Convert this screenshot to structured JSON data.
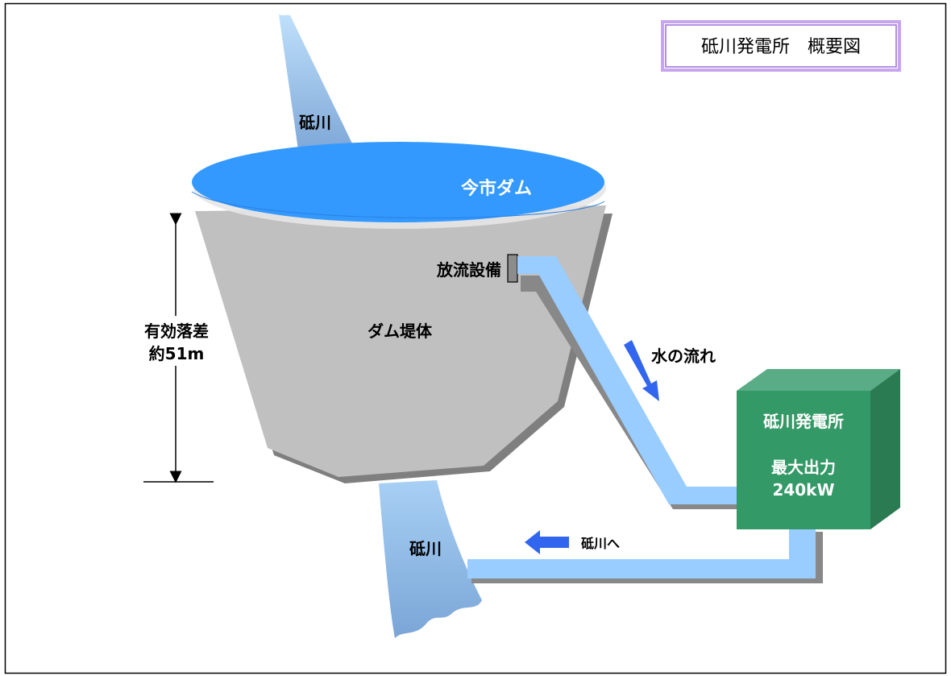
{
  "title": "砥川発電所　概要図",
  "labels": {
    "river_upstream": "砥川",
    "dam_reservoir": "今市ダム",
    "discharge_facility": "放流設備",
    "head_line1": "有効落差",
    "head_line2": "約51m",
    "dam_body": "ダム堤体",
    "water_flow": "水の流れ",
    "plant_name": "砥川発電所",
    "max_output_label": "最大出力",
    "max_output_value": "240kW",
    "river_downstream": "砥川",
    "to_river": "砥川へ"
  },
  "colors": {
    "border": "#000000",
    "title_box_border": "#b48de6",
    "reservoir": "#3399ff",
    "dam_body": "#c0c0c0",
    "dam_shadow": "#7f7f7f",
    "pipe": "#99ccff",
    "pipe_shadow": "#888888",
    "plant_front": "#339966",
    "plant_top": "#5aac86",
    "plant_side": "#2a7a52",
    "flow_arrow": "#3366ee",
    "river_light": "#a8d0f5",
    "river_dark": "#7fa8d8"
  }
}
